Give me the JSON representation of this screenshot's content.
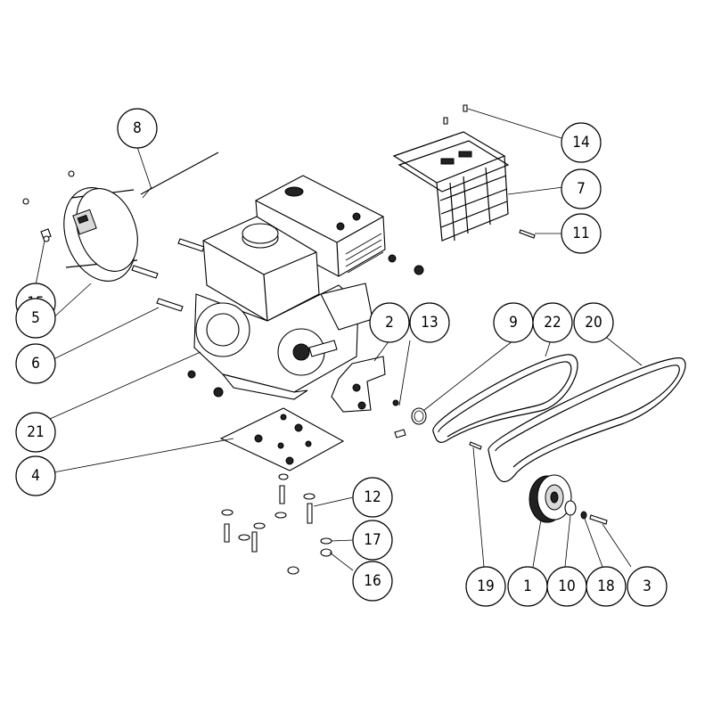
{
  "callouts": [
    {
      "id": "c8",
      "label": "8"
    },
    {
      "id": "c14",
      "label": "14"
    },
    {
      "id": "c7",
      "label": "7"
    },
    {
      "id": "c11",
      "label": "11"
    },
    {
      "id": "c15",
      "label": "15"
    },
    {
      "id": "c5",
      "label": "5"
    },
    {
      "id": "c6",
      "label": "6"
    },
    {
      "id": "c21",
      "label": "21"
    },
    {
      "id": "c2",
      "label": "2"
    },
    {
      "id": "c13",
      "label": "13"
    },
    {
      "id": "c9",
      "label": "9"
    },
    {
      "id": "c22",
      "label": "22"
    },
    {
      "id": "c20",
      "label": "20"
    },
    {
      "id": "c4",
      "label": "4"
    },
    {
      "id": "c12",
      "label": "12"
    },
    {
      "id": "c17",
      "label": "17"
    },
    {
      "id": "c16",
      "label": "16"
    },
    {
      "id": "c19",
      "label": "19"
    },
    {
      "id": "c1",
      "label": "1"
    },
    {
      "id": "c10",
      "label": "10"
    },
    {
      "id": "c18",
      "label": "18"
    },
    {
      "id": "c3",
      "label": "3"
    }
  ]
}
